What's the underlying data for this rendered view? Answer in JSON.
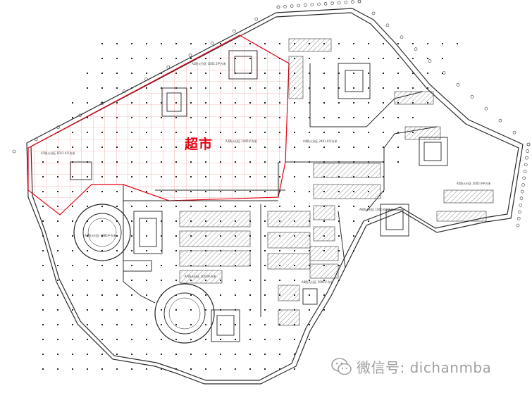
{
  "plan": {
    "supermarket_label": "超市",
    "zone_labels": [
      "A1防火分区 1011.4平方米",
      "A2防火分区 1045.1平方米",
      "A3防火分区 1045平方米",
      "A4防火分区 2401.8平方米",
      "A5防火分区 2005.9平方米",
      "A6防火分区 1000.6平方米",
      "A7防火分区 3010平方米",
      "A8防火分区 2995平方米",
      "A9防火分区 1985平方米"
    ],
    "colors": {
      "supermarket": "#e60012",
      "lines": "#2b2b2b",
      "watermark": "#a0a0a0"
    }
  },
  "watermark": {
    "icon": "wechat-icon",
    "text": "微信号: dichanmba"
  }
}
